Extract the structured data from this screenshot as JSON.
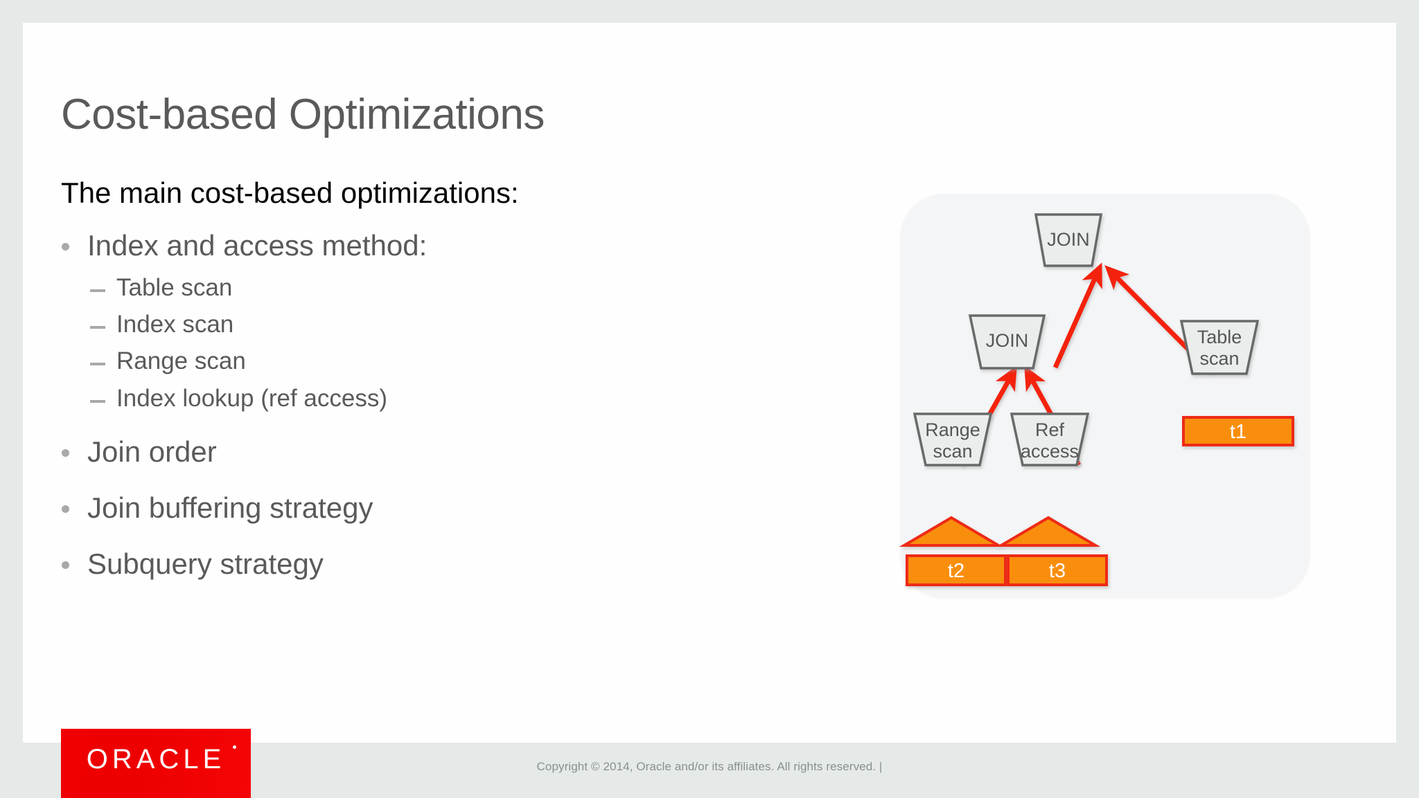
{
  "slide": {
    "title": "Cost-based Optimizations",
    "lead": "The main cost-based optimizations:",
    "bullets": [
      {
        "level": 1,
        "text": "Index and access method:"
      },
      {
        "level": 2,
        "text": "Table scan"
      },
      {
        "level": 2,
        "text": "Index scan"
      },
      {
        "level": 2,
        "text": "Range scan"
      },
      {
        "level": 2,
        "text": "Index lookup (ref access)"
      },
      {
        "level": 1,
        "text": "Join order"
      },
      {
        "level": 1,
        "text": "Join buffering strategy"
      },
      {
        "level": 1,
        "text": "Subquery strategy"
      }
    ]
  },
  "diagram": {
    "nodes": {
      "join_top": "JOIN",
      "join_mid": "JOIN",
      "table_scan_line1": "Table",
      "table_scan_line2": "scan",
      "range_scan_line1": "Range",
      "range_scan_line2": "scan",
      "ref_access_line1": "Ref",
      "ref_access_line2": "access"
    },
    "tables": {
      "t1": "t1",
      "t2": "t2",
      "t3": "t3"
    },
    "colors": {
      "node_fill": "#ebecec",
      "node_stroke": "#676969",
      "arrow": "#f42310",
      "table_fill": "#f98e07",
      "table_stroke": "#ee2b12",
      "card_bg": "#f4f5f6"
    }
  },
  "footer": {
    "copyright": "Copyright © 2014, Oracle and/or its affiliates. All rights reserved.  |",
    "logo_text": "ORACLE"
  },
  "theme": {
    "text_gray": "#595a5a",
    "marker_gray": "#a7a9aa",
    "page_bg": "#e5eae9",
    "oracle_red": "#ee0000"
  }
}
